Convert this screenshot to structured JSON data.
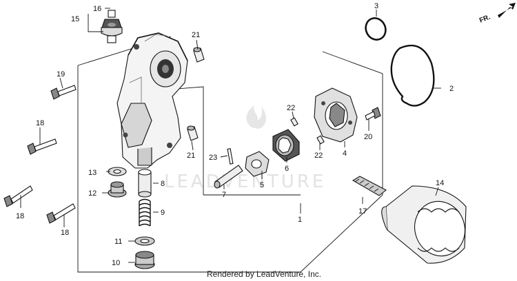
{
  "diagram": {
    "orientation_label": "FR.",
    "watermark": "LEADVENTURE",
    "footer": "Rendered by LeadVenture, Inc.",
    "callouts": {
      "c1": "1",
      "c2": "2",
      "c3": "3",
      "c4": "4",
      "c5": "5",
      "c6": "6",
      "c7": "7",
      "c8": "8",
      "c9": "9",
      "c10": "10",
      "c11": "11",
      "c12": "12",
      "c13": "13",
      "c14": "14",
      "c15": "15",
      "c16": "16",
      "c17": "17",
      "c18a": "18",
      "c18b": "18",
      "c18c": "18",
      "c19": "19",
      "c20": "20",
      "c21a": "21",
      "c21b": "21",
      "c22a": "22",
      "c22b": "22",
      "c23": "23"
    }
  }
}
